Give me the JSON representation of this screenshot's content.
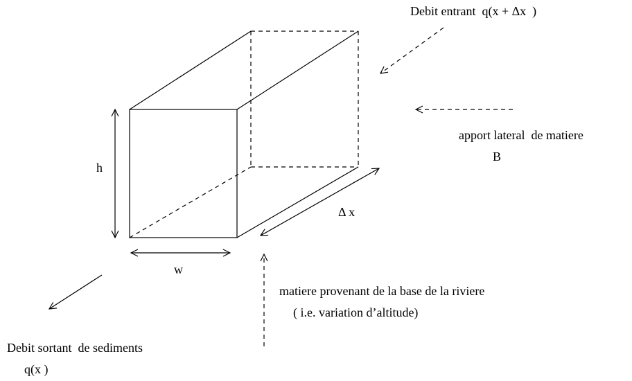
{
  "labels": {
    "debit_entrant": "Debit entrant  q(x + Δx  )",
    "apport_line1": "apport lateral  de matiere",
    "apport_line2": "B",
    "height": "h",
    "width": "w",
    "delta_x": "Δ x",
    "base_line1": "matiere provenant de la base de la riviere",
    "base_line2": "( i.e. variation d’altitude)",
    "sortant_line1": "Debit sortant  de sediments",
    "sortant_line2": "q(x )"
  },
  "colors": {
    "stroke": "#000000",
    "background": "#ffffff"
  }
}
